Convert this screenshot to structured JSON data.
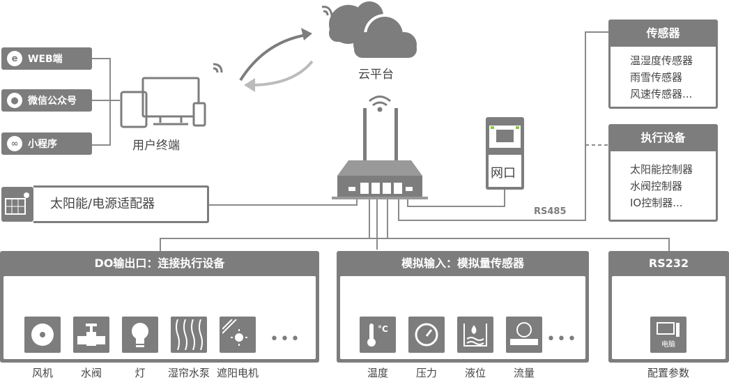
{
  "terminals": [
    {
      "label": "WEB端",
      "icon": "ie-icon"
    },
    {
      "label": "微信公众号",
      "icon": "wechat-icon"
    },
    {
      "label": "小程序",
      "icon": "miniprogram-icon"
    }
  ],
  "user_terminal": "用户终端",
  "cloud": "云平台",
  "network_port": "网口",
  "power": "太阳能/电源适配器",
  "rs485": "RS485",
  "sensors": {
    "title": "传感器",
    "items": [
      "温湿度传感器",
      "雨雪传感器",
      "风速传感器..."
    ]
  },
  "actuators": {
    "title": "执行设备",
    "items": [
      "太阳能控制器",
      "水阀控制器",
      "IO控制器..."
    ]
  },
  "do_output": {
    "title": "DO输出口：连接执行设备",
    "items": [
      "风机",
      "水阀",
      "灯",
      "湿帘水泵",
      "遮阳电机"
    ],
    "more": "•••"
  },
  "analog": {
    "title": "模拟输入：模拟量传感器",
    "items": [
      "温度",
      "压力",
      "液位",
      "流量"
    ],
    "more": "•••"
  },
  "rs232": {
    "title": "RS232",
    "device": "电脑",
    "label": "配置参数"
  },
  "colors": {
    "gray": "#7d7d7d",
    "led": "#8dc63f"
  }
}
